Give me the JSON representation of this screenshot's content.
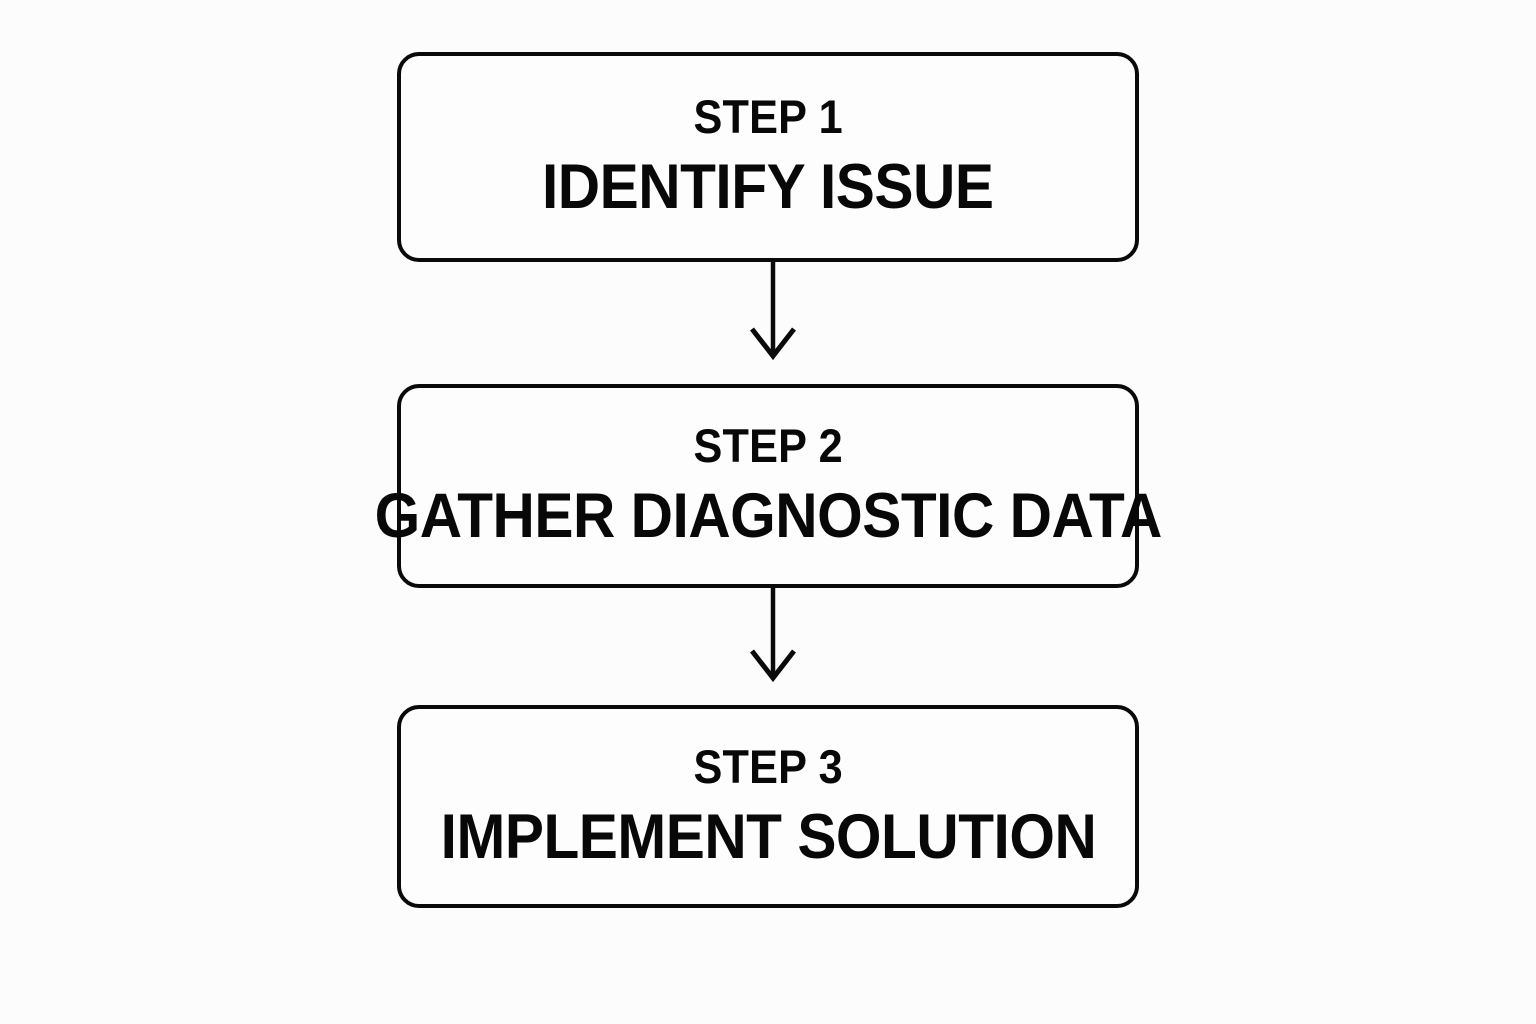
{
  "diagram": {
    "type": "flowchart",
    "orientation": "vertical",
    "background_color": "#fcfcfc",
    "stroke_color": "#0a0a0a",
    "text_color": "#080808",
    "nodes": [
      {
        "id": "step-1",
        "step_label": "STEP 1",
        "title": "IDENTIFY ISSUE"
      },
      {
        "id": "step-2",
        "step_label": "STEP 2",
        "title": "GATHER DIAGNOSTIC DATA"
      },
      {
        "id": "step-3",
        "step_label": "STEP 3",
        "title": "IMPLEMENT SOLUTION"
      }
    ],
    "connectors": [
      {
        "id": "arrow-1",
        "from": "step-1",
        "to": "step-2",
        "style": "line-with-open-chevron",
        "direction": "down"
      },
      {
        "id": "arrow-2",
        "from": "step-2",
        "to": "step-3",
        "style": "line-with-open-chevron",
        "direction": "down"
      }
    ]
  }
}
